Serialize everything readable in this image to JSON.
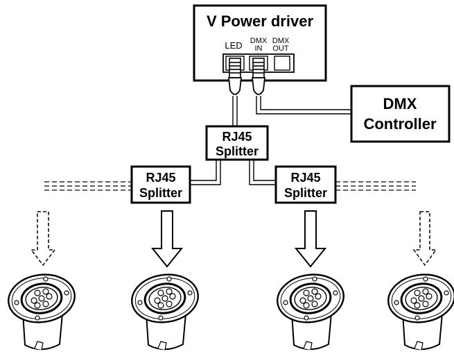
{
  "driver": {
    "title": "V Power driver",
    "ports": {
      "led": "LED",
      "dmx_in_1": "DMX",
      "dmx_in_2": "IN",
      "dmx_out_1": "DMX",
      "dmx_out_2": "OUT"
    }
  },
  "controller": {
    "line1": "DMX",
    "line2": "Controller"
  },
  "splitters": {
    "center": {
      "line1": "RJ45",
      "line2": "Splitter"
    },
    "left": {
      "line1": "RJ45",
      "line2": "Splitter"
    },
    "right": {
      "line1": "RJ45",
      "line2": "Splitter"
    }
  },
  "fixtures": [
    {
      "id": "fixture-1",
      "arrow": "dashed"
    },
    {
      "id": "fixture-2",
      "arrow": "solid"
    },
    {
      "id": "fixture-3",
      "arrow": "solid"
    },
    {
      "id": "fixture-4",
      "arrow": "dashed"
    }
  ]
}
